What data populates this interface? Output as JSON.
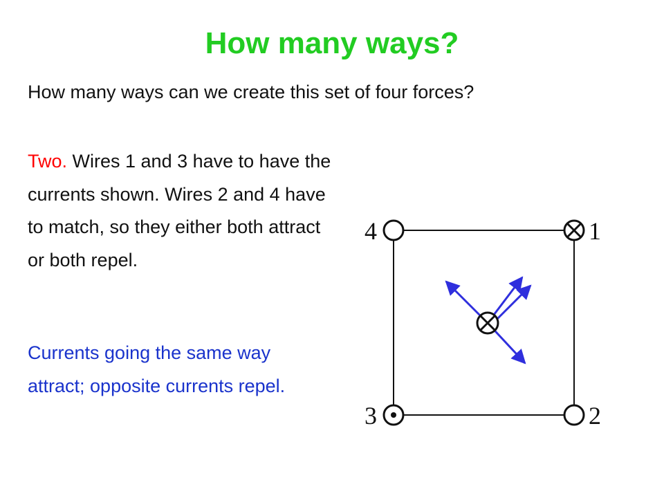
{
  "slide": {
    "title": "How many ways?",
    "question": "How many ways can we create this set of four forces?",
    "answer_highlight": "Two.",
    "answer_text": " Wires 1 and 3 have to have the currents shown. Wires 2 and 4 have to match, so they either both attract or both repel.",
    "rule_text": "Currents going the same way attract; opposite currents repel."
  },
  "diagram": {
    "wire_labels": {
      "w1": "1",
      "w2": "2",
      "w3": "3",
      "w4": "4"
    },
    "colors": {
      "lines": "#111111",
      "arrows": "#2f2fdd"
    }
  }
}
